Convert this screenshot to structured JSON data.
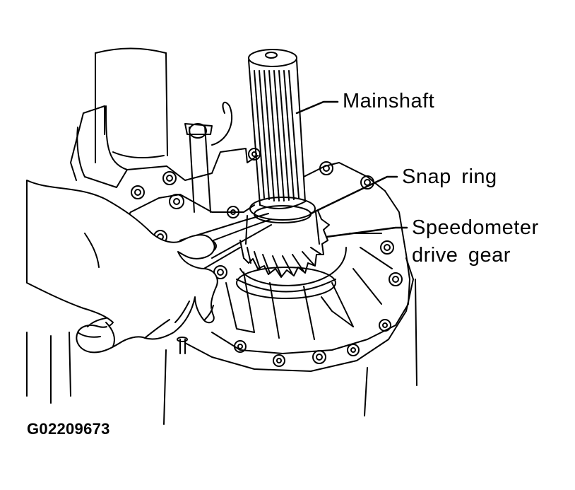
{
  "labels": {
    "mainshaft": "Mainshaft",
    "snap_ring": "Snap ring",
    "speedometer_line1": "Speedometer",
    "speedometer_line2": "drive gear"
  },
  "figure_id": "G02209673",
  "colors": {
    "ink": "#000000",
    "paper": "#ffffff"
  }
}
